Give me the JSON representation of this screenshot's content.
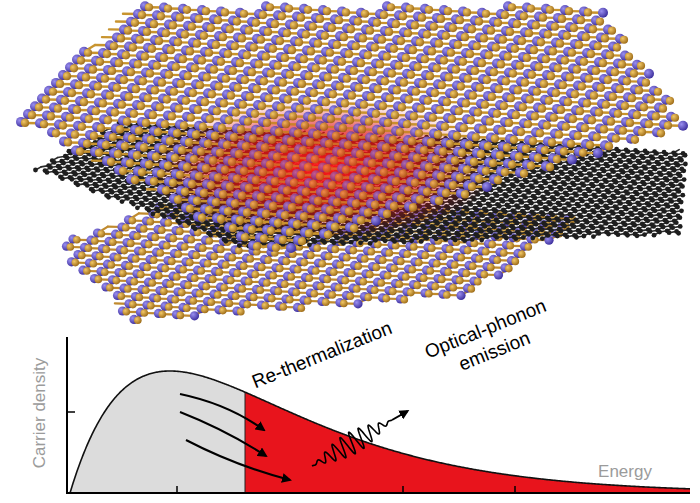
{
  "diagram": {
    "labels": [
      "Re-thermalization",
      "Optical-phonon emission",
      "Carrier density",
      "Energy"
    ]
  }
}
